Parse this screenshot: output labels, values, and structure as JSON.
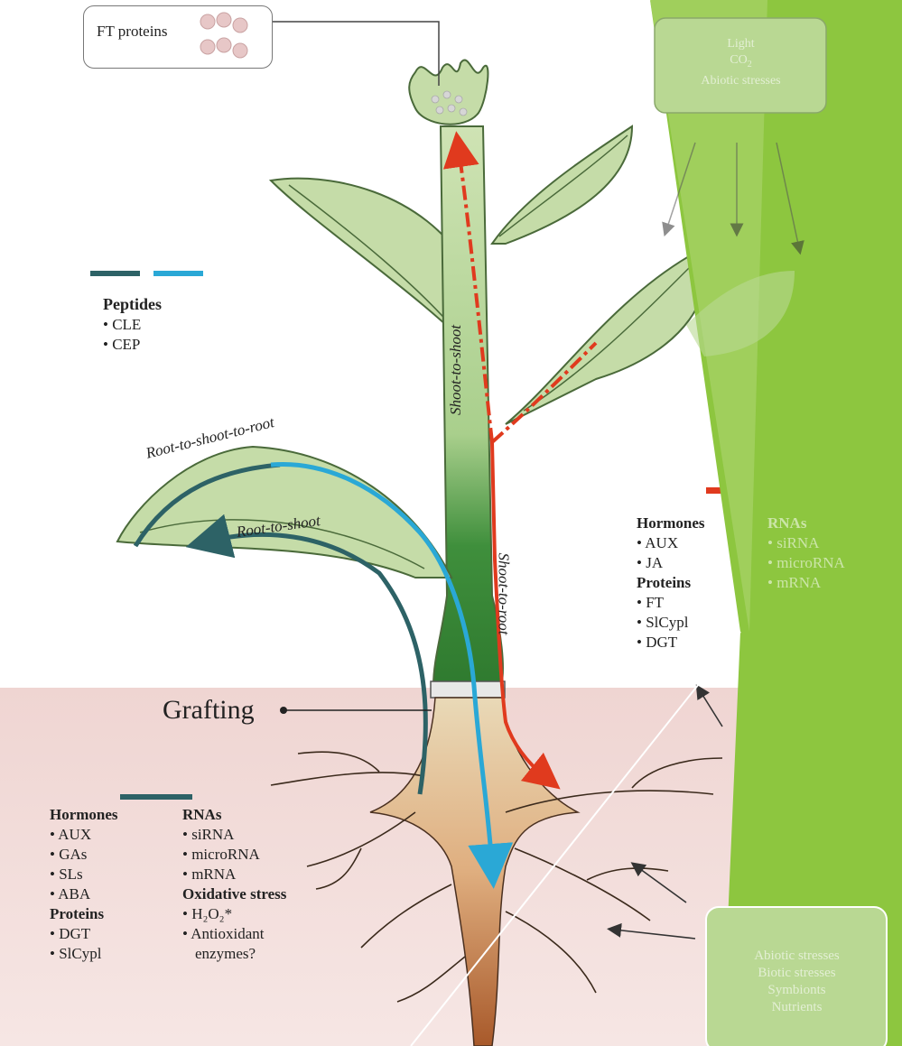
{
  "ft_box": {
    "label": "FT proteins"
  },
  "env_top": {
    "lines": [
      "Light",
      "CO",
      "2",
      "Abiotic stresses"
    ]
  },
  "env_bottom": {
    "lines": [
      "Abiotic stresses",
      "Biotic stresses",
      "Symbionts",
      "Nutrients"
    ]
  },
  "peptides": {
    "title": "Peptides",
    "items": [
      "CLE",
      "CEP"
    ]
  },
  "arrows": {
    "root_to_shoot_to_root": "Root-to-shoot-to-root",
    "root_to_shoot": "Root-to-shoot",
    "shoot_to_shoot": "Shoot-to-shoot",
    "shoot_to_root": "Shoot-to-root"
  },
  "grafting": "Grafting",
  "right_list": {
    "hormones_title": "Hormones",
    "hormones": [
      "AUX",
      "JA"
    ],
    "proteins_title": "Proteins",
    "proteins": [
      "FT",
      "SlCypl",
      "DGT"
    ],
    "rnas_title": "RNAs",
    "rnas": [
      "siRNA",
      "microRNA",
      "mRNA"
    ]
  },
  "bottom_list": {
    "hormones_title": "Hormones",
    "hormones": [
      "AUX",
      "GAs",
      "SLs",
      "ABA"
    ],
    "proteins_title": "Proteins",
    "proteins": [
      "DGT",
      "SlCypl"
    ],
    "rnas_title": "RNAs",
    "rnas": [
      "siRNA",
      "microRNA",
      "mRNA"
    ],
    "oxidative_title": "Oxidative stress",
    "oxidative": [
      "H₂O₂*",
      "Antioxidant",
      "enzymes?"
    ]
  },
  "colors": {
    "green_accent": "#8dc63f",
    "plant_light": "#c5dca8",
    "plant_dark": "#3e8a3a",
    "soil": "#f2dede",
    "root": "#b5713c",
    "red_arrow": "#e03a1e",
    "teal_arrow": "#2d6266",
    "cyan_arrow": "#2aa8d6"
  }
}
